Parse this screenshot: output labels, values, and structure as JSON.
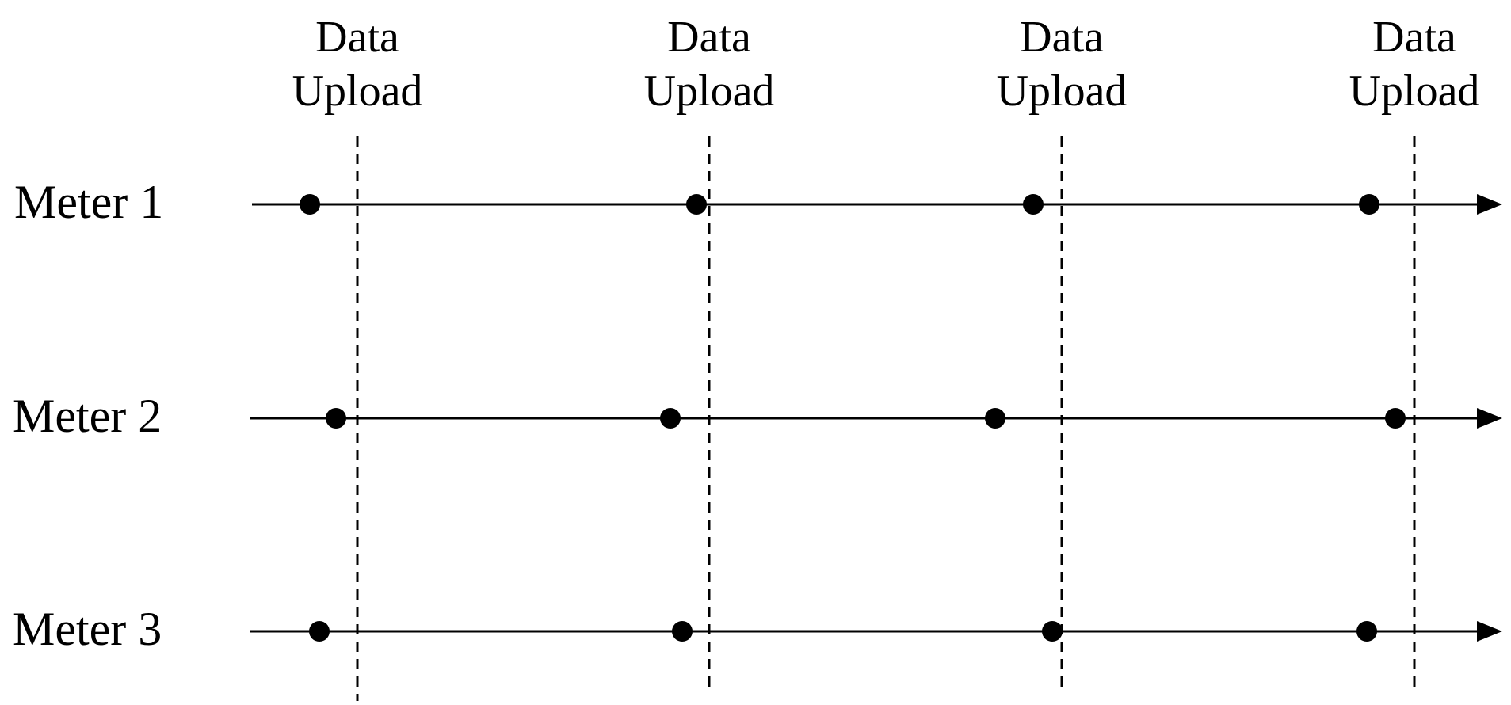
{
  "upload_label": {
    "line1": "Data",
    "line2": "Upload"
  },
  "meters": [
    {
      "label": "Meter 1"
    },
    {
      "label": "Meter 2"
    },
    {
      "label": "Meter 3"
    }
  ],
  "colors": {
    "ink": "#000000",
    "background": "#ffffff"
  }
}
